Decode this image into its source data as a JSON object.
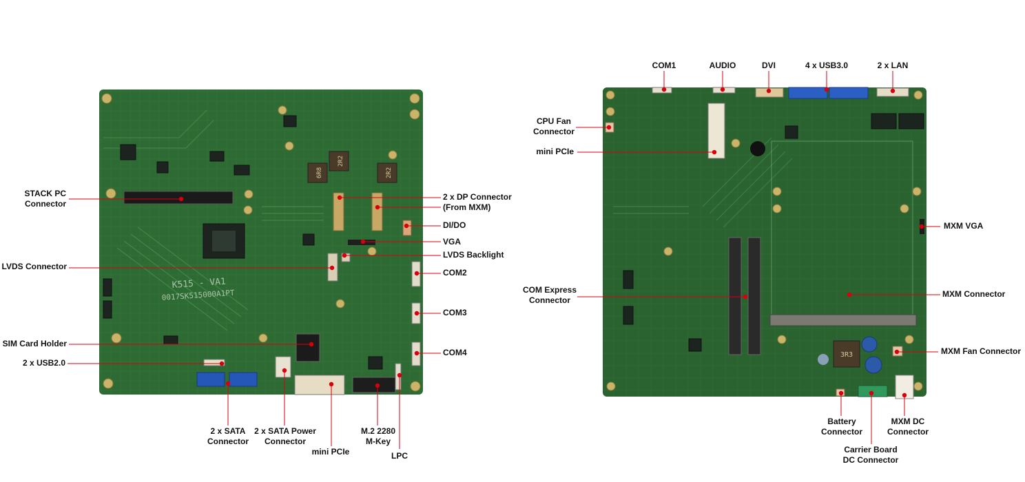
{
  "boards": {
    "front": {
      "pcb_color": "#2e6b34",
      "trace_color": "#3f8a44"
    },
    "back": {
      "pcb_color": "#2a6330",
      "trace_color": "#3b8240"
    }
  },
  "leader_color": "#d9000d",
  "silk_text": {
    "front_model": "K515 - VA1",
    "front_serial": "0017SK515000A1PT",
    "back_chip": "3R3",
    "front_ind1": "6R8",
    "front_ind2": "2R2",
    "front_ind3": "2R2"
  },
  "labels": {
    "stack_pc": [
      "STACK PC",
      "Connector"
    ],
    "lvds": [
      "LVDS Connector"
    ],
    "sim": [
      "SIM Card Holder"
    ],
    "usb2": [
      "2 x USB2.0"
    ],
    "dp": [
      "2 x DP Connector",
      "(From MXM)"
    ],
    "dido": [
      "DI/DO"
    ],
    "vga": [
      "VGA"
    ],
    "lvds_bl": [
      "LVDS Backlight"
    ],
    "com2": [
      "COM2"
    ],
    "com3": [
      "COM3"
    ],
    "com4": [
      "COM4"
    ],
    "sata": [
      "2 x SATA",
      "Connector"
    ],
    "sata_pwr": [
      "2 x SATA Power",
      "Connector"
    ],
    "mini_pcie_front": [
      "mini PCIe"
    ],
    "m2": [
      "M.2 2280",
      "M-Key"
    ],
    "lpc": [
      "LPC"
    ],
    "com1": [
      "COM1"
    ],
    "audio": [
      "AUDIO"
    ],
    "dvi": [
      "DVI"
    ],
    "usb3": [
      "4 x USB3.0"
    ],
    "lan": [
      "2 x LAN"
    ],
    "cpu_fan": [
      "CPU Fan",
      "Connector"
    ],
    "mini_pcie_back": [
      "mini PCIe"
    ],
    "com_express": [
      "COM Express",
      "Connector"
    ],
    "mxm_vga": [
      "MXM VGA"
    ],
    "mxm_conn": [
      "MXM Connector"
    ],
    "mxm_fan": [
      "MXM Fan Connector"
    ],
    "battery": [
      "Battery",
      "Connector"
    ],
    "carrier_dc": [
      "Carrier Board",
      "DC Connector"
    ],
    "mxm_dc": [
      "MXM DC",
      "Connector"
    ]
  }
}
